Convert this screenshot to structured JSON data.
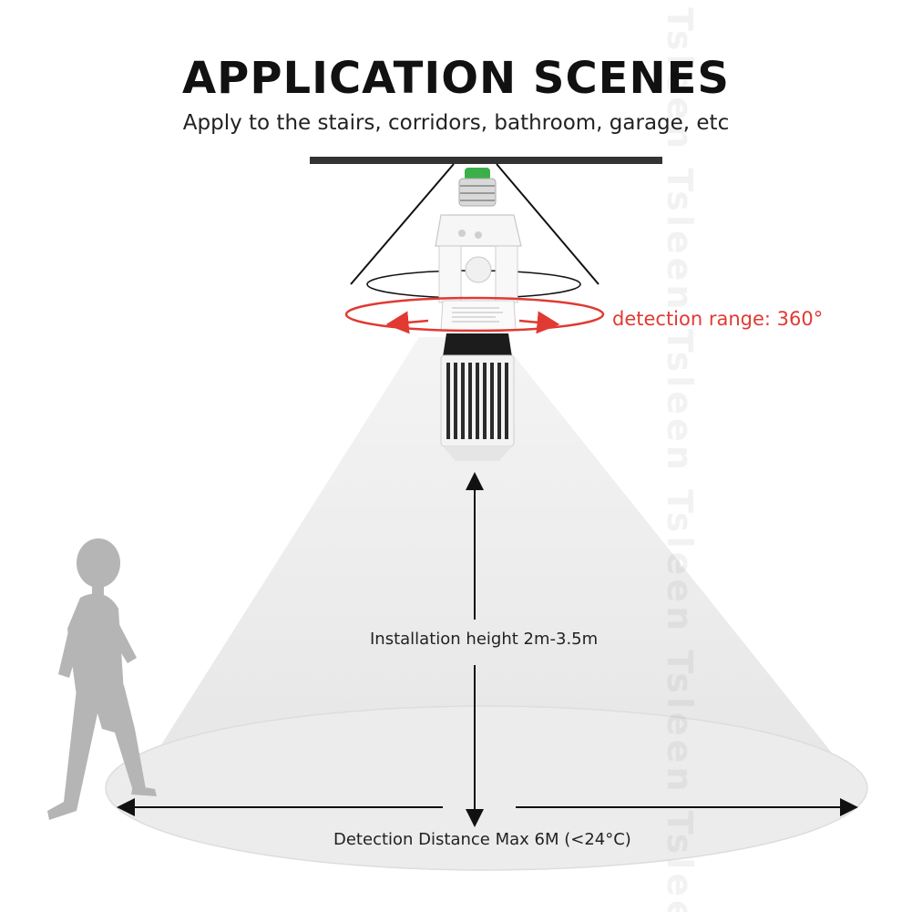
{
  "header": {
    "title": "APPLICATION SCENES",
    "subtitle": "Apply to the stairs, corridors, bathroom, garage, etc"
  },
  "annotations": {
    "detection_range": "detection range: 360°",
    "installation_height": "Installation height 2m-3.5m",
    "detection_distance": "Detection Distance Max 6M (<24°C)"
  },
  "watermark": {
    "text": "Tsleen Tsleen Tsleen Tsleen Tsleen Tsleen"
  },
  "colors": {
    "title": "#111111",
    "accent_red": "#e03a32",
    "beam": "#efefef",
    "figure": "#b5b5b5"
  },
  "icons": {
    "person": "walking-person-icon",
    "bulb": "corn-led-bulb-icon",
    "socket": "pir-sensor-socket-icon"
  }
}
